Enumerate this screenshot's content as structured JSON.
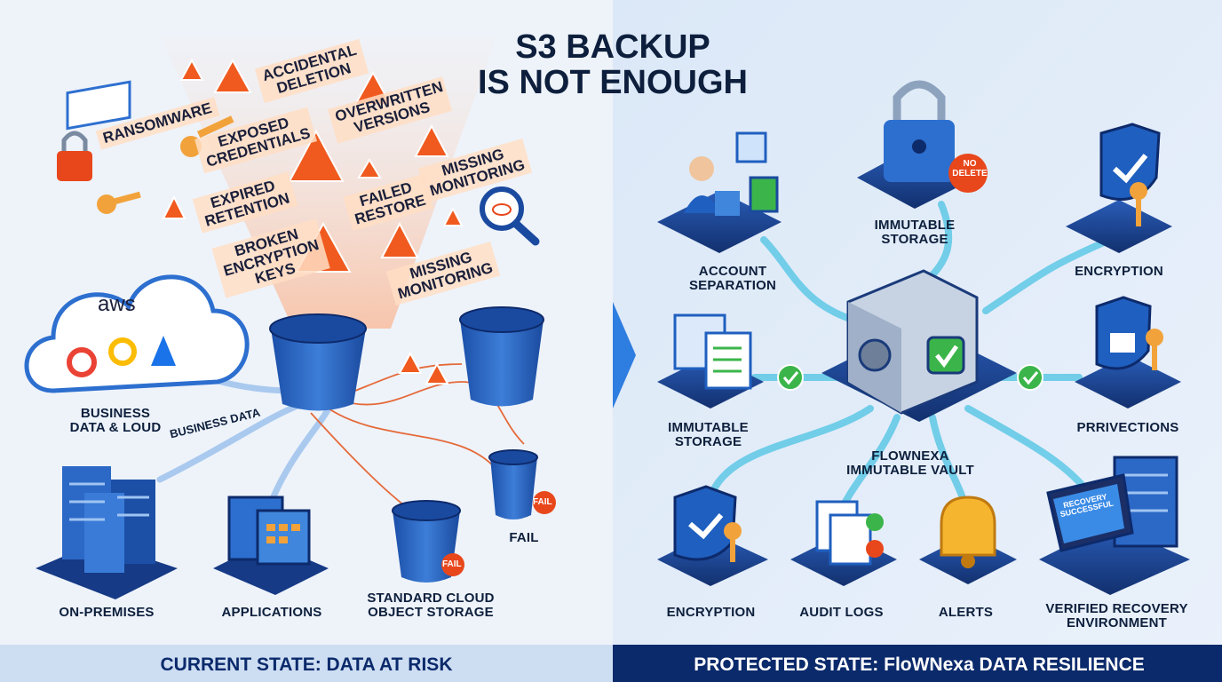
{
  "title": {
    "line1": "S3 BACKUP",
    "line2": "IS NOT ENOUGH"
  },
  "left": {
    "risks": [
      "RANSOMWARE",
      "ACCIDENTAL DELETION",
      "EXPOSED CREDENTIALS",
      "OVERWRITTEN VERSIONS",
      "EXPIRED RETENTION",
      "FAILED RESTORE",
      "MISSING MONITORING",
      "BROKEN ENCRYPTION KEYS",
      "MISSING MONITORING"
    ],
    "cloud_logo": "aws",
    "flow_label": "BUSINESS DATA",
    "sources": {
      "cloud": "BUSINESS DATA & LOUD",
      "onprem": "ON-PREMISES",
      "apps": "APPLICATIONS",
      "storage": "STANDARD CLOUD OBJECT STORAGE"
    },
    "fail_label": "FAIL",
    "fail_badge": "FAIL"
  },
  "right": {
    "nodes": {
      "account_separation": "ACCOUNT SEPARATION",
      "immutable_top": "IMMUTABLE STORAGE",
      "encryption_top": "ENCRYPTION",
      "immutable_left": "IMMUTABLE STORAGE",
      "privections": "PRRIVECTIONS",
      "vault": "FLOWNEXA IMMUTABLE VAULT",
      "encryption_bottom": "ENCRYPTION",
      "audit_logs": "AUDIT LOGS",
      "alerts": "ALERTS",
      "recovery_env": "VERIFIED RECOVERY ENVIRONMENT"
    },
    "no_delete": "NO DELETE",
    "laptop_text": "RECOVERY SUCCESSFUL"
  },
  "footer": {
    "left": "CURRENT STATE: DATA AT RISK",
    "right": "PROTECTED STATE: FloWNexa DATA RESILIENCE"
  },
  "colors": {
    "left_bg": "#eef3fa",
    "right_bg": "#e6eef9",
    "primary": "#1f5fbf",
    "accent_blue": "#2e7de0",
    "danger": "#e8471c",
    "warning": "#f28c1e",
    "success": "#3bb54a",
    "dark_navy": "#0b2a6b",
    "text": "#0d1f3c",
    "connector": "#5ec8e6"
  }
}
